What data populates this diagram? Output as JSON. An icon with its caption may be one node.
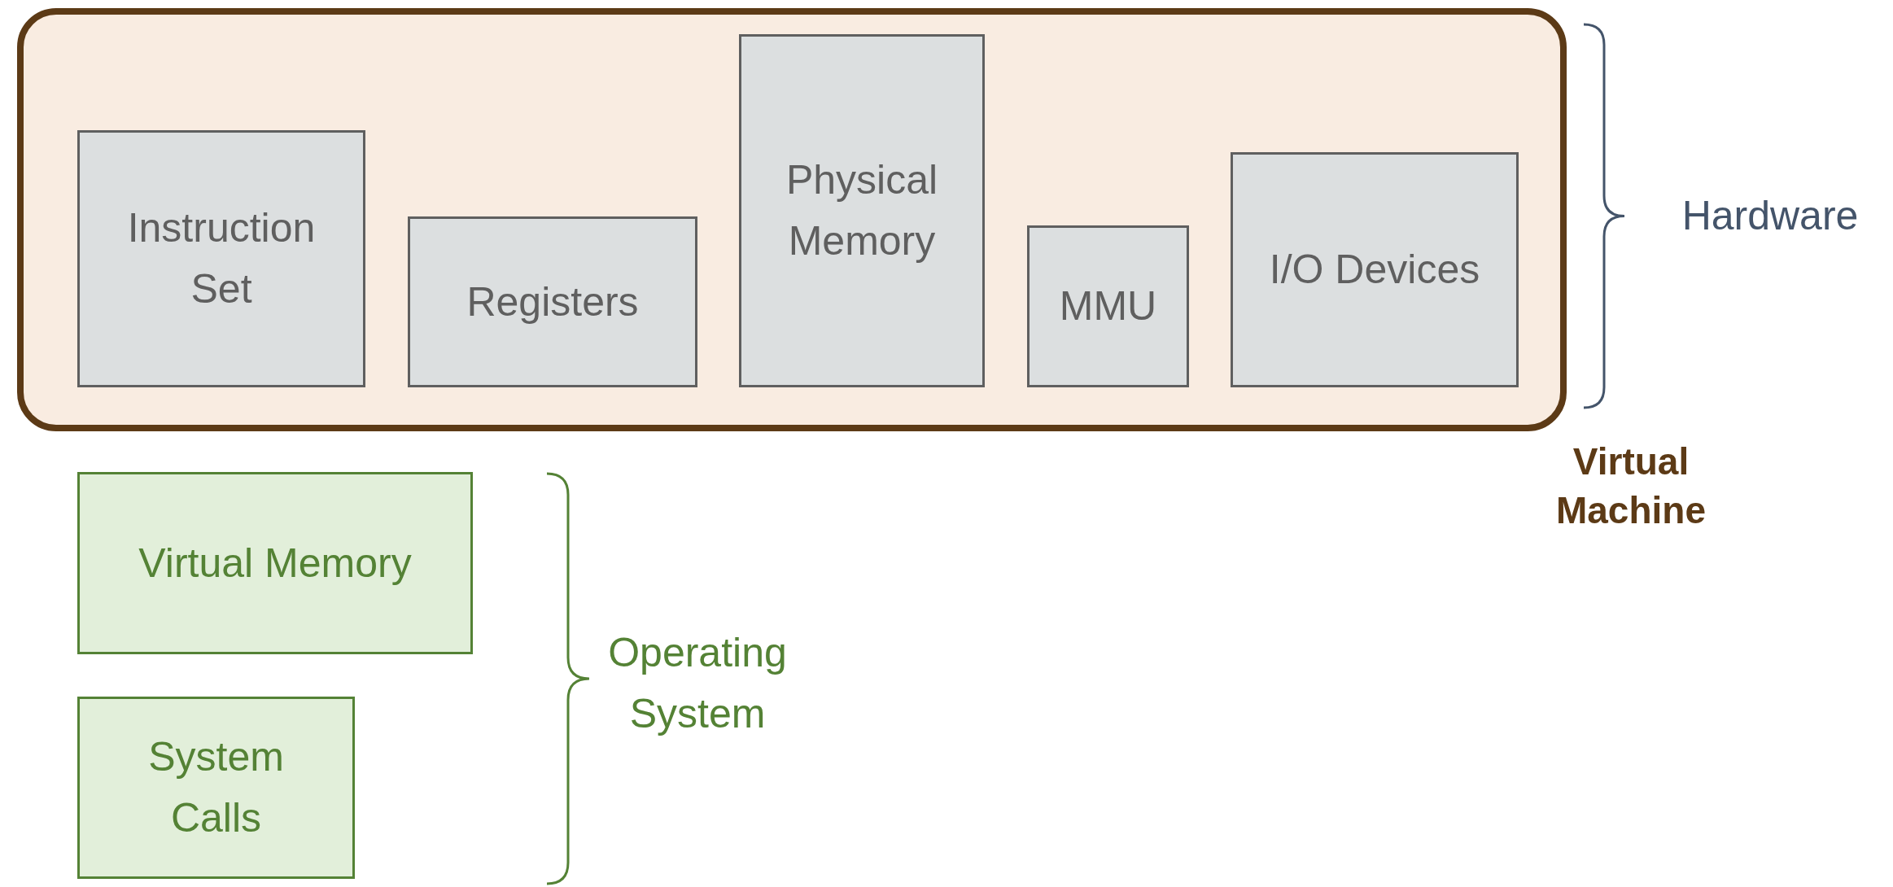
{
  "diagram": {
    "nodes": [
      {
        "text": [
          "Virtual Machine"
        ]
      },
      {
        "text": [
          "Instruction Set"
        ],
        "in": 0
      },
      {
        "text": [
          "Registers"
        ],
        "in": 0
      },
      {
        "text": [
          "Physical Memory"
        ],
        "in": 0
      },
      {
        "text": [
          "MMU"
        ],
        "in": 0
      },
      {
        "text": [
          "I/O Devices"
        ],
        "in": 0
      },
      {
        "text": [
          "Virtual Memory"
        ]
      },
      {
        "text": [
          "System Calls"
        ]
      }
    ],
    "edges": [],
    "labels": [
      "Hardware",
      "Operating System"
    ]
  }
}
